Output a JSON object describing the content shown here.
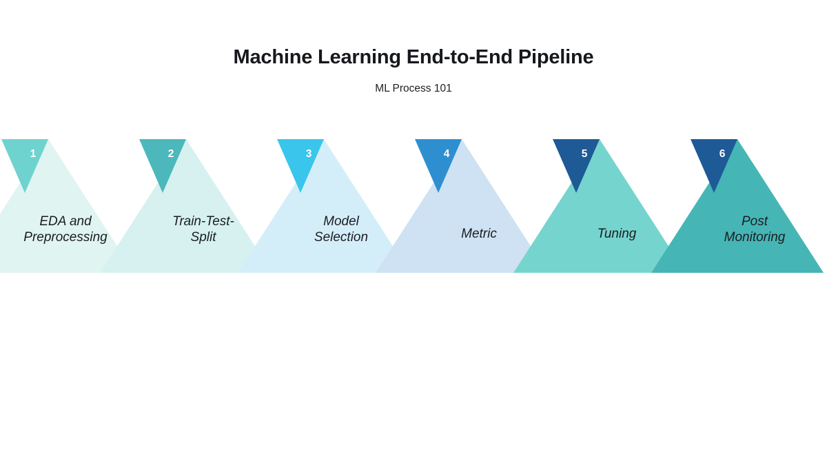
{
  "header": {
    "title": "Machine Learning End-to-End Pipeline",
    "subtitle": "ML Process 101"
  },
  "chart_data": {
    "type": "diagram",
    "diagram_style": "numbered-triangle-pipeline",
    "title": "Machine Learning End-to-End Pipeline",
    "subtitle": "ML Process 101",
    "step_count": 6,
    "background": "#ffffff",
    "steps": [
      {
        "number": "1",
        "label": "EDA and\nPreprocessing",
        "triangle_color": "#e0f4f1",
        "badge_color": "#6ed3cf",
        "number_color": "#ffffff",
        "label_color": "#1b1d21"
      },
      {
        "number": "2",
        "label": "Train-Test-\nSplit",
        "triangle_color": "#d6f1ef",
        "badge_color": "#4cb8bb",
        "number_color": "#ffffff",
        "label_color": "#1b1d21"
      },
      {
        "number": "3",
        "label": "Model\nSelection",
        "triangle_color": "#d4eef9",
        "badge_color": "#3ac6ec",
        "number_color": "#ffffff",
        "label_color": "#1b1d21"
      },
      {
        "number": "4",
        "label": "Metric",
        "triangle_color": "#cfe2f3",
        "badge_color": "#2e8fd0",
        "number_color": "#ffffff",
        "label_color": "#1b1d21"
      },
      {
        "number": "5",
        "label": "Tuning",
        "triangle_color": "#76d4ce",
        "badge_color": "#1d5a96",
        "number_color": "#ffffff",
        "label_color": "#1b1d21"
      },
      {
        "number": "6",
        "label": "Post\nMonitoring",
        "triangle_color": "#46b5b5",
        "badge_color": "#1d5a96",
        "number_color": "#ffffff",
        "label_color": "#1b1d21"
      }
    ]
  }
}
